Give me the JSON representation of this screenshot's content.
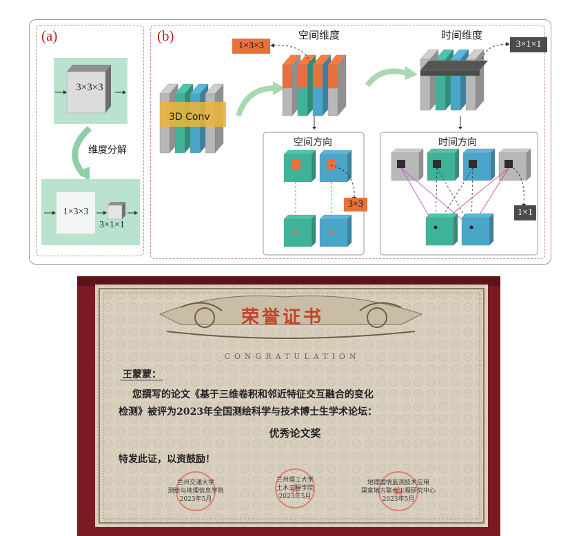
{
  "figure": {
    "panel_a": {
      "tag": "(a)",
      "conv3d_label": "3×3×3",
      "decompose_label": "维度分解",
      "spatial_label": "1×3×3",
      "temporal_label": "3×1×1"
    },
    "panel_b": {
      "tag": "(b)",
      "conv_label": "3D Conv",
      "spatial_dim_title": "空间维度",
      "temporal_dim_title": "时间维度",
      "spatial_kernel_label": "1×3×3",
      "temporal_kernel_label": "3×1×1",
      "spatial_direction_title": "空间方向",
      "temporal_direction_title": "时间方向",
      "spatial_patch_label": "3×3",
      "temporal_patch_label": "1×1"
    },
    "colors": {
      "teal": "#3fb39a",
      "blue": "#4aa6c9",
      "gray": "#b8b8b8",
      "orange": "#e8703a",
      "dark": "#4b4b4b",
      "panel_bg": "#b9e2cf",
      "tag_red": "#c0211a"
    }
  },
  "certificate": {
    "title": "荣誉证书",
    "subtitle": "CONGRATULATION",
    "recipient": "王蒙蒙：",
    "body_line1": "您撰写的论文《基于三维卷积和邻近特征交互融合的变化",
    "body_line2": "检测》被评为2023年全国测绘科学与技术博士生学术论坛：",
    "award": "优秀论文奖",
    "closing": "特发此证，以资鼓励！",
    "seals": [
      {
        "org_line1": "兰州交通大学",
        "org_line2": "测绘与地理信息学院",
        "date": "2023年5月"
      },
      {
        "org_line1": "兰州理工大学",
        "org_line2": "土木工程学院",
        "date": "2023年5月"
      },
      {
        "org_line1": "地理国情监测技术应用",
        "org_line2": "国家地方联合工程研究中心",
        "date": "2023年5月"
      }
    ]
  }
}
